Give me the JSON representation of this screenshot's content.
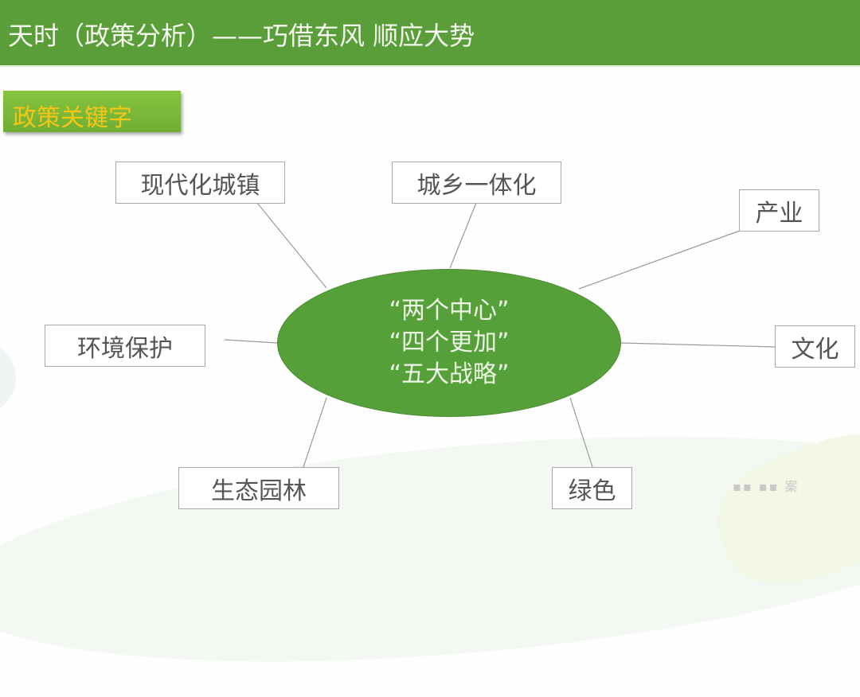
{
  "header": {
    "title": "天时（政策分析）——巧借东风  顺应大势",
    "background_color": "#5a9e3a"
  },
  "section_tag": {
    "label": "政策关键字",
    "text_color": "#f5c518",
    "background_color": "#7ab83a"
  },
  "diagram": {
    "center": {
      "lines": [
        "“两个中心”",
        "“四个更加”",
        "“五大战略”"
      ],
      "fill_color": "#56a03a"
    },
    "nodes": [
      {
        "id": "modern-town",
        "label": "现代化城镇"
      },
      {
        "id": "urban-rural",
        "label": "城乡一体化"
      },
      {
        "id": "industry",
        "label": "产业"
      },
      {
        "id": "environment",
        "label": "环境保护"
      },
      {
        "id": "culture",
        "label": "文化"
      },
      {
        "id": "eco-garden",
        "label": "生态园林"
      },
      {
        "id": "green",
        "label": "绿色"
      }
    ]
  },
  "watermark": {
    "text": "▪▪ ▪▪ 案"
  }
}
